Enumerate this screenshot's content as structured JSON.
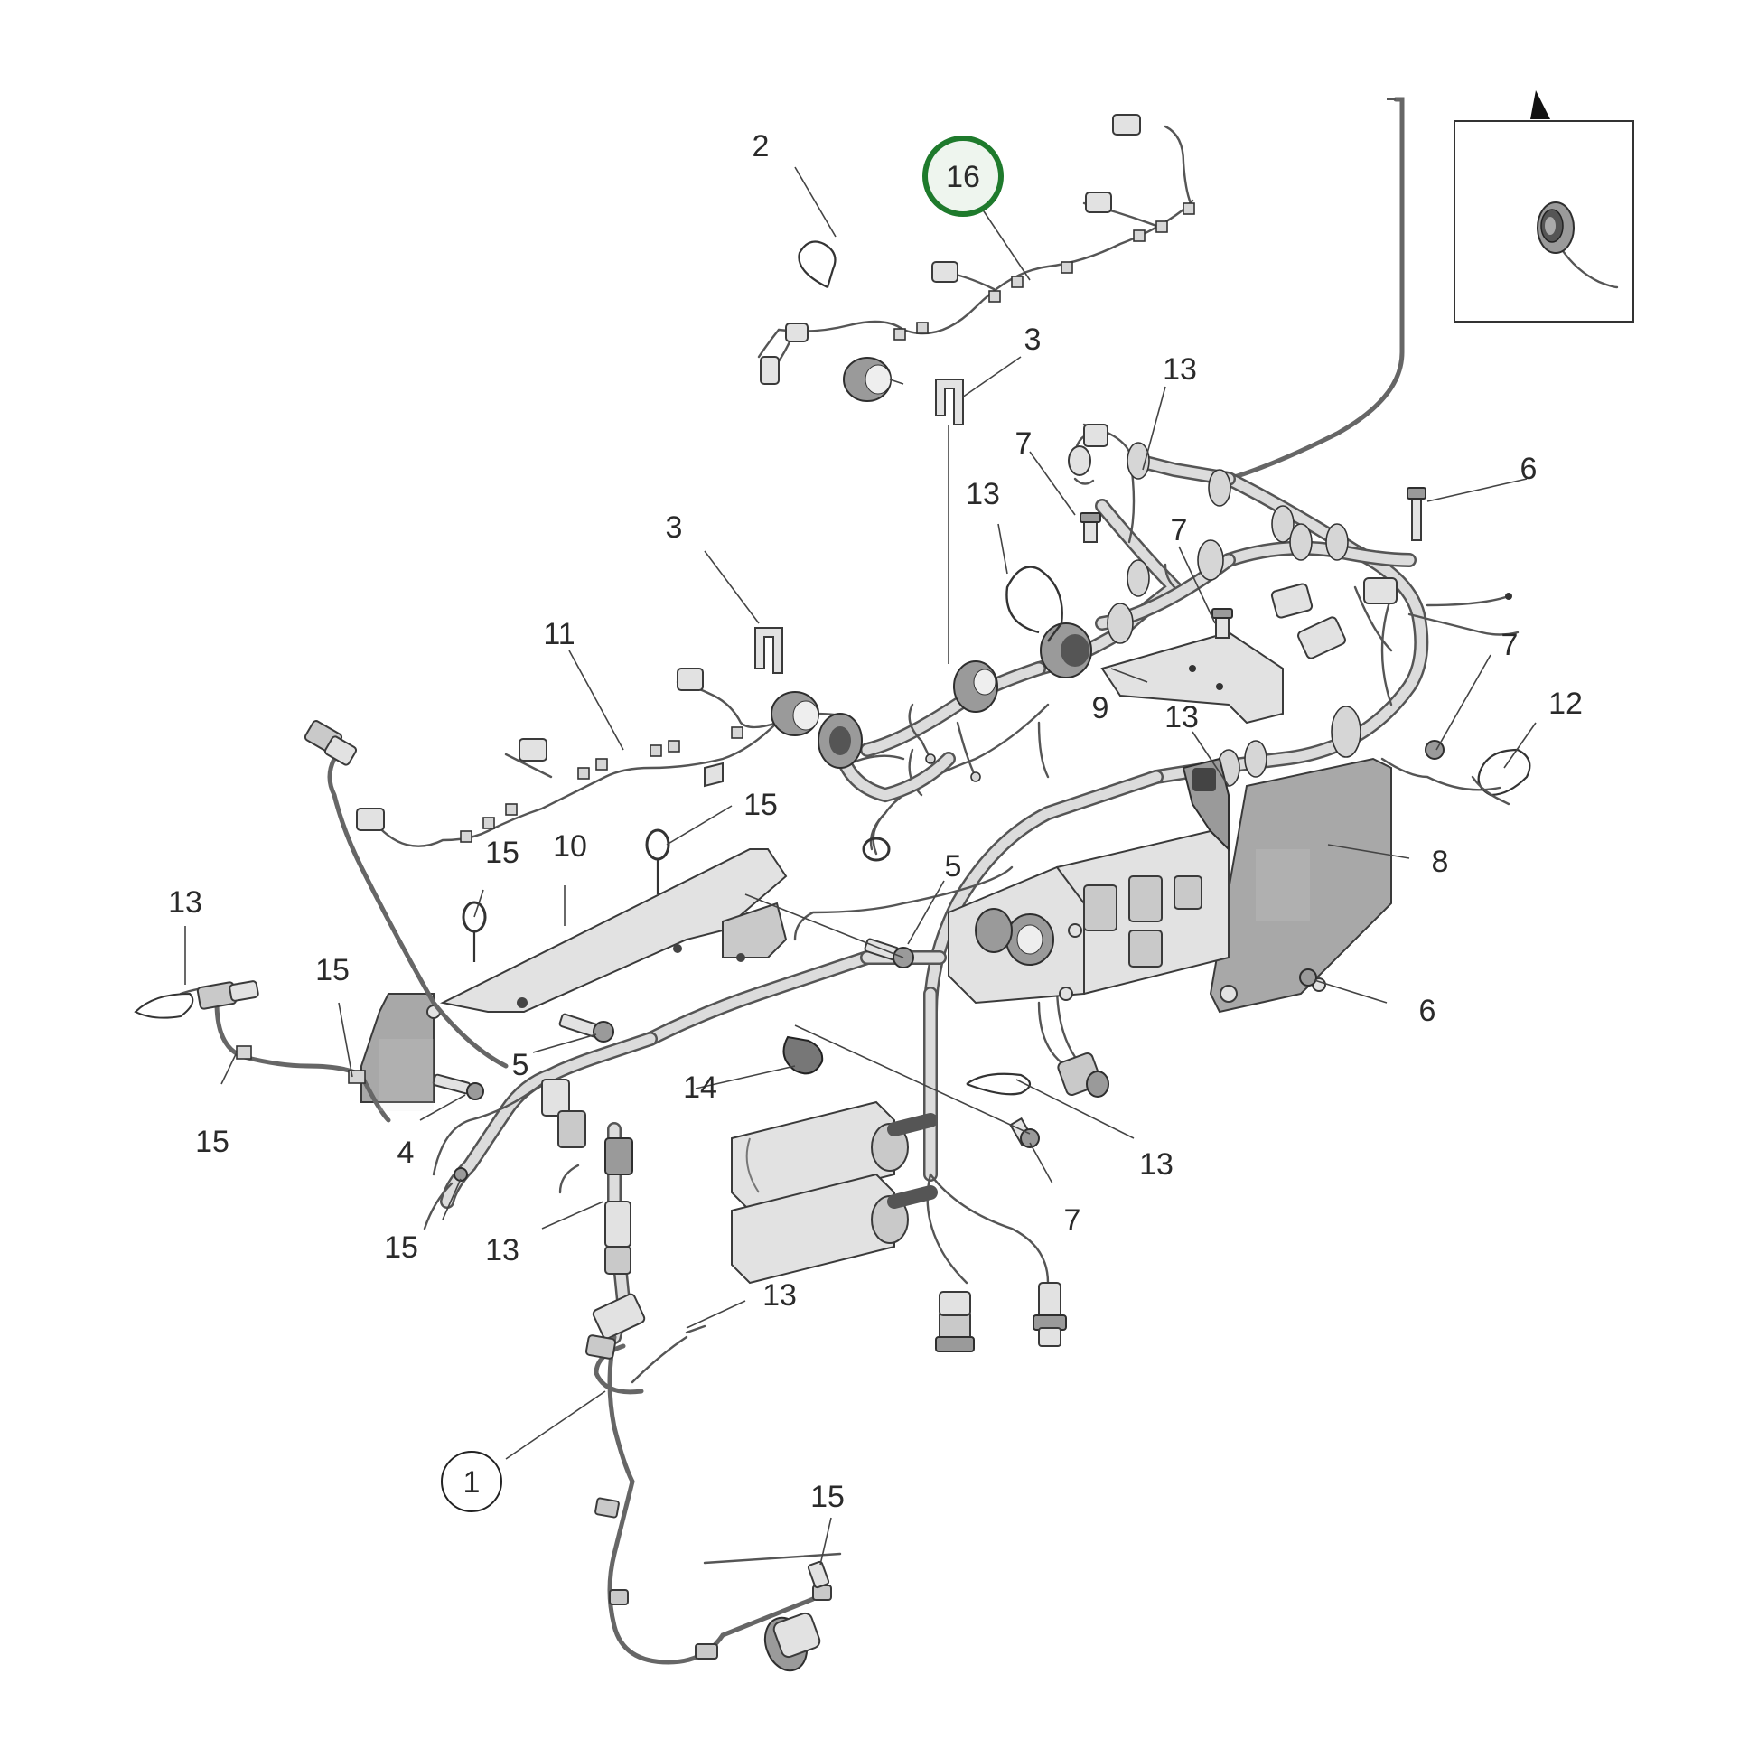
{
  "diagram": {
    "callouts": {
      "c1": "1",
      "c2": "2",
      "c3a": "3",
      "c3b": "3",
      "c4": "4",
      "c5a": "5",
      "c5b": "5",
      "c6a": "6",
      "c6b": "6",
      "c7a": "7",
      "c7b": "7",
      "c7c": "7",
      "c7d": "7",
      "c8": "8",
      "c9": "9",
      "c10": "10",
      "c11": "11",
      "c12": "12",
      "c13a": "13",
      "c13b": "13",
      "c13c": "13",
      "c13d": "13",
      "c13e": "13",
      "c13f": "13",
      "c13g": "13",
      "c14": "14",
      "c15a": "15",
      "c15b": "15",
      "c15c": "15",
      "c15d": "15",
      "c15e": "15",
      "c15f": "15",
      "c16": "16"
    },
    "highlight": {
      "color": "#1e7a2c",
      "fill": "#eef5ee"
    }
  }
}
